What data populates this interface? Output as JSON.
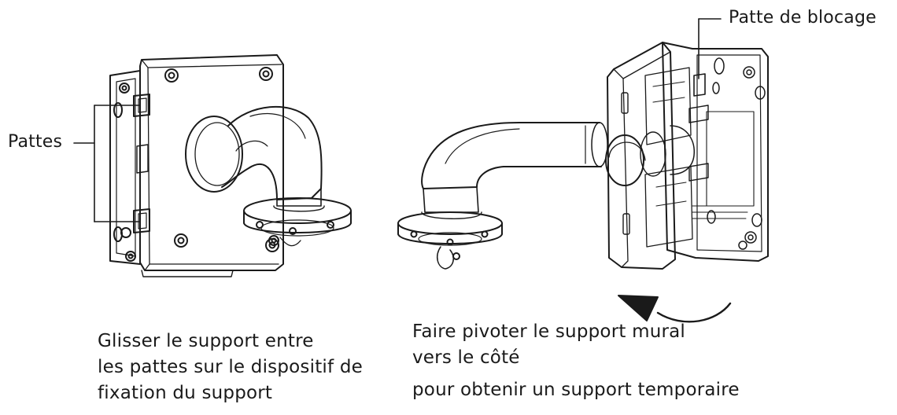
{
  "callouts": {
    "pattes": "Pattes",
    "patte_de_blocage": "Patte de blocage"
  },
  "captions": {
    "left": [
      "Glisser le support entre",
      "les pattes sur le dispositif de",
      "fixation du support"
    ],
    "right": [
      "Faire pivoter le support mural",
      "vers le côté",
      "pour obtenir un support temporaire"
    ]
  },
  "figures": {
    "left": "mount-bracket-slid-between-tabs",
    "right": "wall-mount-rotated-sideways"
  },
  "colors": {
    "line": "#1a1a1a",
    "background": "#ffffff"
  }
}
